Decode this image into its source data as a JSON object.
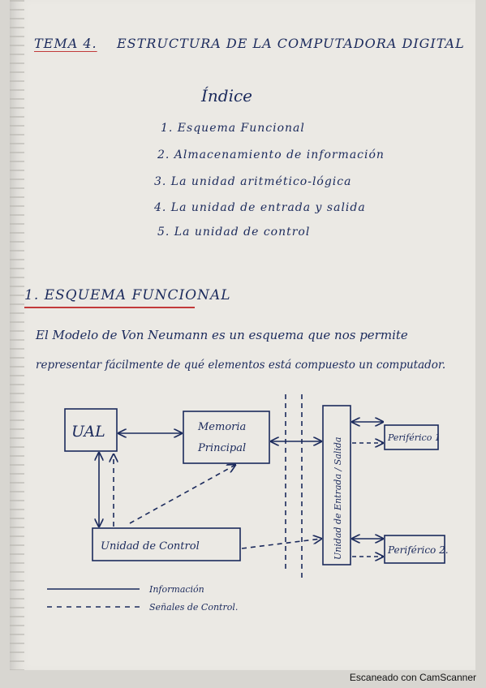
{
  "header": {
    "tema": "TEMA 4.",
    "title": "ESTRUCTURA DE LA COMPUTADORA DIGITAL"
  },
  "indice": {
    "heading": "Índice",
    "items": [
      "1. Esquema Funcional",
      "2. Almacenamiento de información",
      "3. La unidad aritmético-lógica",
      "4. La unidad de entrada y salida",
      "5. La unidad de control"
    ]
  },
  "section1": {
    "heading": "1. ESQUEMA FUNCIONAL",
    "paragraph_line1": "El Modelo de Von Neumann es un esquema que nos permite",
    "paragraph_line2": "representar fácilmente de qué elementos está compuesto un computador."
  },
  "diagram": {
    "ual": "UAL",
    "memoria_line1": "Memoria",
    "memoria_line2": "Principal",
    "entrada_salida": "Unidad de Entrada / Salida",
    "unidad_control": "Unidad de Control",
    "periferico1": "Periférico 1",
    "periferico2": "Periférico 2.",
    "legend_info": "Información",
    "legend_control": "Señales de Control."
  },
  "footer": "Escaneado con CamScanner"
}
